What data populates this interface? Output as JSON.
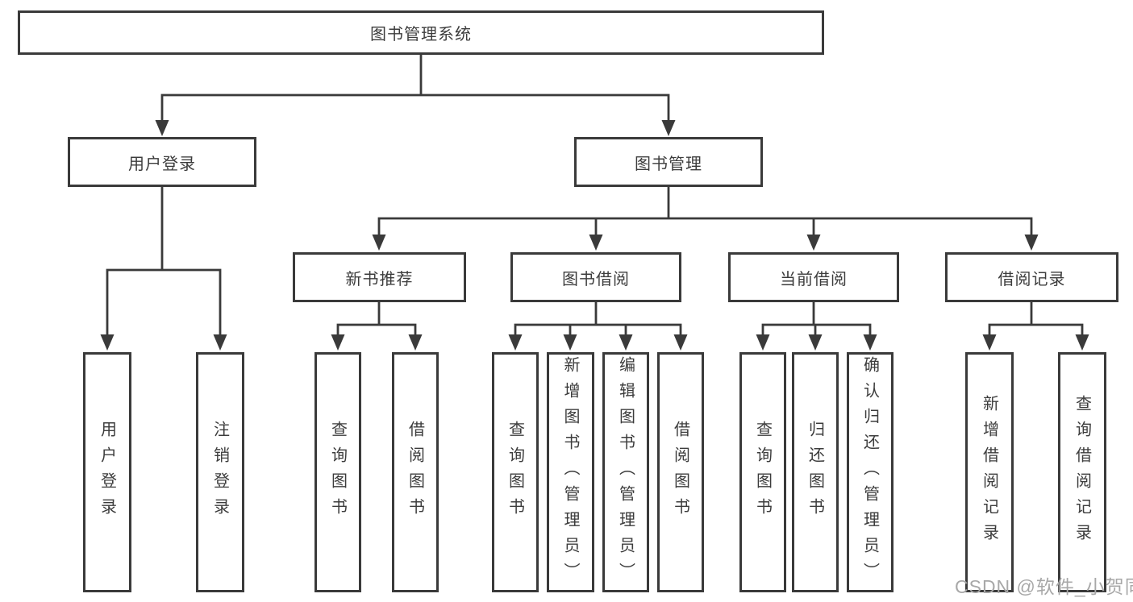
{
  "diagram": {
    "title": "图书管理系统",
    "nodes": {
      "root": "图书管理系统",
      "user_login": "用户登录",
      "book_mgmt": "图书管理",
      "new_books": "新书推荐",
      "book_borrow": "图书借阅",
      "current_borrow": "当前借阅",
      "borrow_records": "借阅记录",
      "login": "用户登录",
      "logout": "注销登录",
      "nb_query": "查询图书",
      "nb_borrow": "借阅图书",
      "bb_query": "查询图书",
      "bb_add": "新增图书（管理员）",
      "bb_edit": "编辑图书（管理员）",
      "bb_borrow": "借阅图书",
      "cb_query": "查询图书",
      "cb_return": "归还图书",
      "cb_confirm": "确认归还（管理员）",
      "br_add": "新增借阅记录",
      "br_query": "查询借阅记录"
    }
  },
  "watermark": "CSDN @软件_小贺同学",
  "colors": {
    "line": "#3a3a3a",
    "text": "#3c3c3c",
    "watermark": "#a8a8a8",
    "background": "#ffffff"
  }
}
